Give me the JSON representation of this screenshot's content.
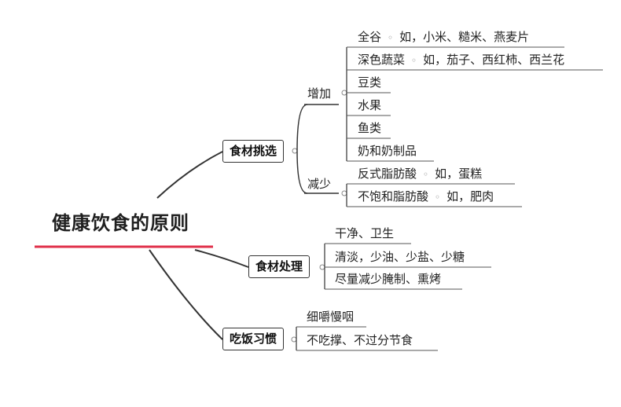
{
  "root": {
    "label": "健康饮食的原则"
  },
  "branches": [
    {
      "label": "食材挑选",
      "groups": [
        {
          "label": "增加",
          "items": [
            {
              "label": "全谷",
              "note": "如，小米、糙米、燕麦片"
            },
            {
              "label": "深色蔬菜",
              "note": "如，茄子、西红柿、西兰花"
            },
            {
              "label": "豆类"
            },
            {
              "label": "水果"
            },
            {
              "label": "鱼类"
            },
            {
              "label": "奶和奶制品"
            }
          ]
        },
        {
          "label": "减少",
          "items": [
            {
              "label": "反式脂肪酸",
              "note": "如，蛋糕"
            },
            {
              "label": "不饱和脂肪酸",
              "note": "如，肥肉"
            }
          ]
        }
      ]
    },
    {
      "label": "食材处理",
      "items": [
        {
          "label": "干净、卫生"
        },
        {
          "label": "清淡，少油、少盐、少糖"
        },
        {
          "label": "尽量减少腌制、熏烤"
        }
      ]
    },
    {
      "label": "吃饭习惯",
      "items": [
        {
          "label": "细嚼慢咽"
        },
        {
          "label": "不吃撑、不过分节食"
        }
      ]
    }
  ],
  "colors": {
    "line": "#333333",
    "root_underline": "#e0304a",
    "leaf_underline": "#555555"
  }
}
